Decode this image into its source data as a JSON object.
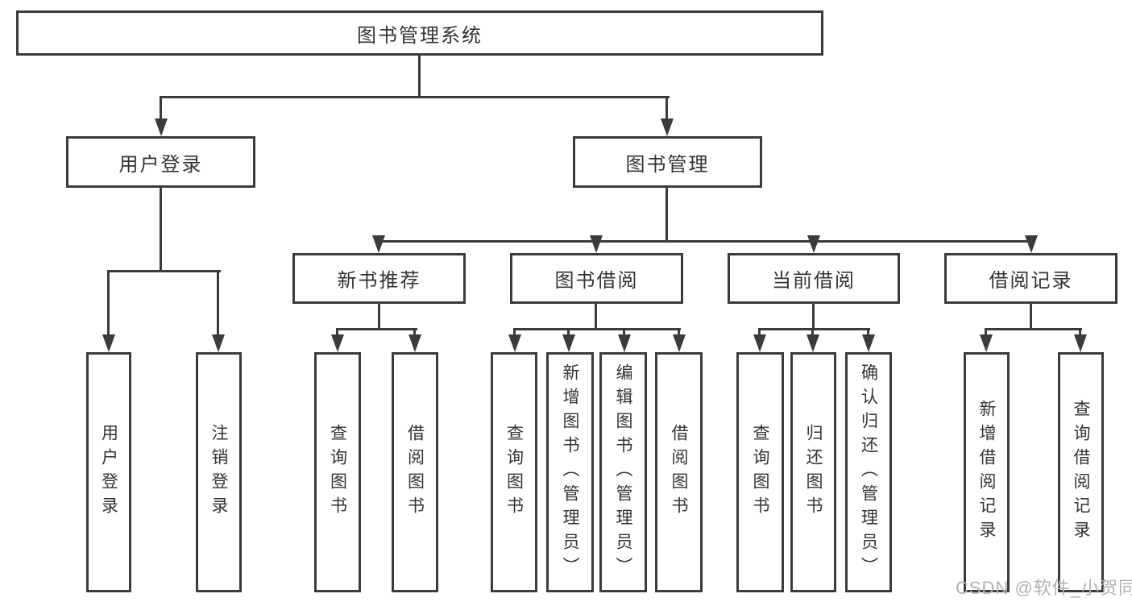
{
  "diagram_type": "hierarchy-tree",
  "tree": {
    "label": "图书管理系统",
    "children": [
      {
        "label": "用户登录",
        "children": [
          {
            "label": "用户登录"
          },
          {
            "label": "注销登录"
          }
        ]
      },
      {
        "label": "图书管理",
        "children": [
          {
            "label": "新书推荐",
            "children": [
              {
                "label": "查询图书"
              },
              {
                "label": "借阅图书"
              }
            ]
          },
          {
            "label": "图书借阅",
            "children": [
              {
                "label": "查询图书"
              },
              {
                "label": "新增图书（管理员）"
              },
              {
                "label": "编辑图书（管理员）"
              },
              {
                "label": "借阅图书"
              }
            ]
          },
          {
            "label": "当前借阅",
            "children": [
              {
                "label": "查询图书"
              },
              {
                "label": "归还图书"
              },
              {
                "label": "确认归还（管理员）"
              }
            ]
          },
          {
            "label": "借阅记录",
            "children": [
              {
                "label": "新增借阅记录"
              },
              {
                "label": "查询借阅记录"
              }
            ]
          }
        ]
      }
    ]
  },
  "watermark": {
    "text": "CSDN @软件_小贺同学"
  },
  "colors": {
    "line": "#3b3b3b",
    "box_border": "#3b3b3b",
    "text": "#333333",
    "watermark_text": "#b2b2b2",
    "background": "#ffffff"
  }
}
